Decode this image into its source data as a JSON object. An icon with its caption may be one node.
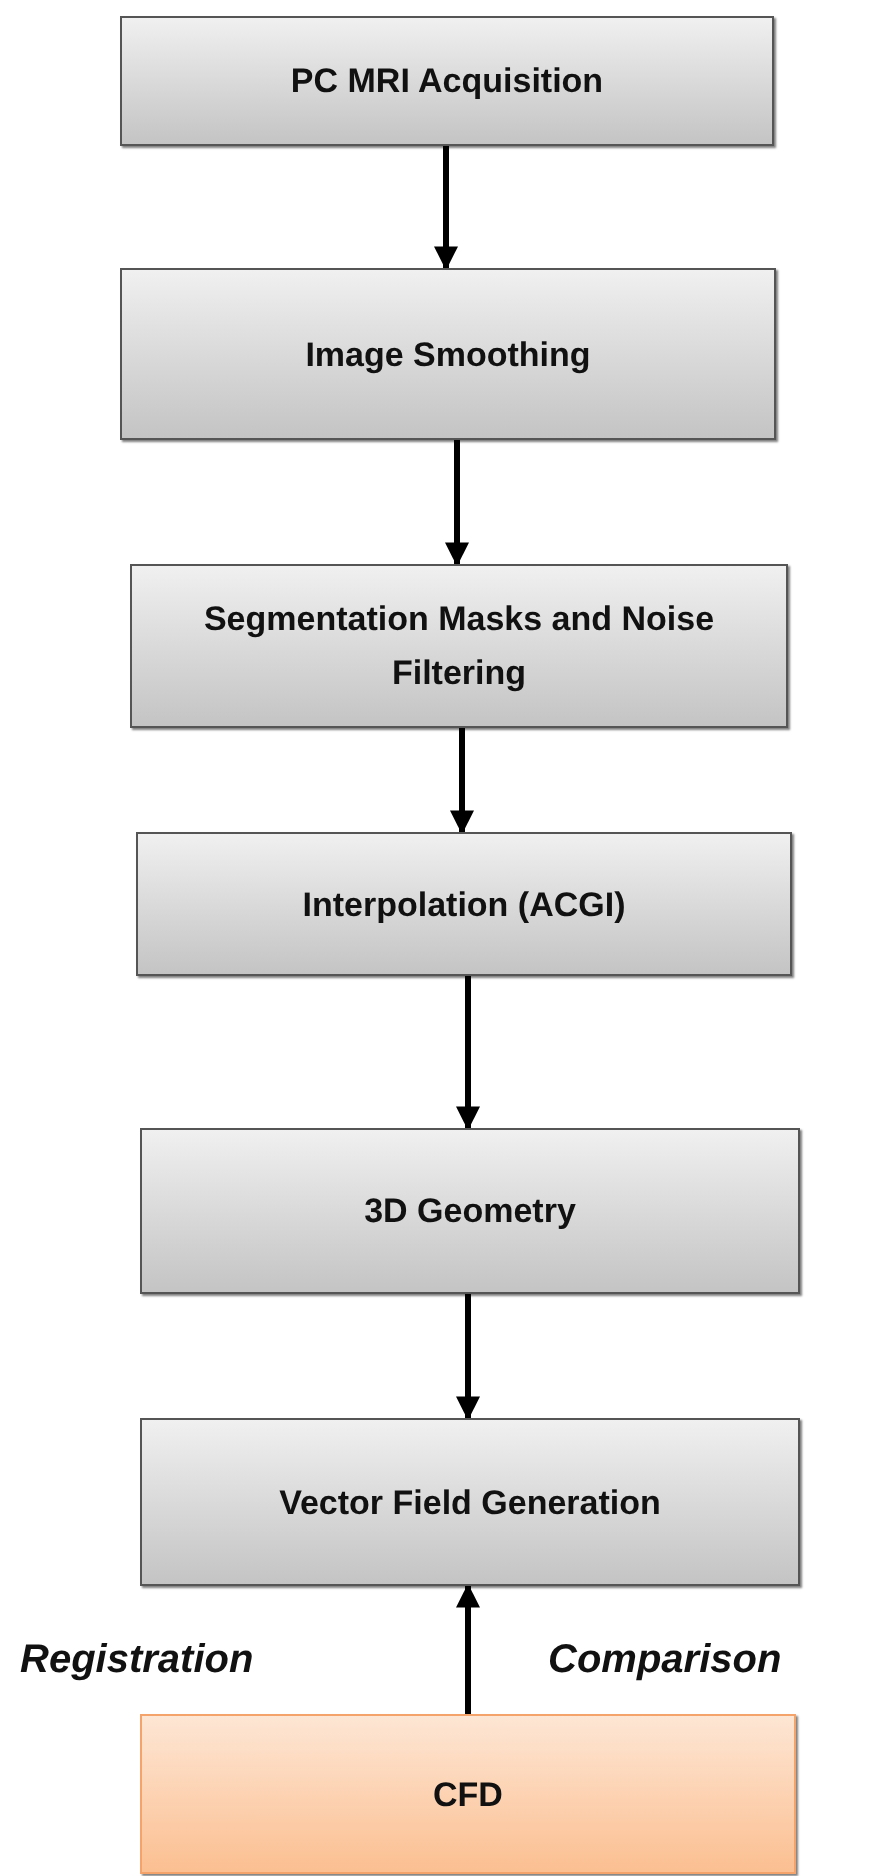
{
  "diagram": {
    "nodes": [
      {
        "text": [
          "PC MRI Acquisition"
        ]
      },
      {
        "text": [
          "Image Smoothing"
        ]
      },
      {
        "text": [
          "Segmentation Masks and Noise Filtering"
        ]
      },
      {
        "text": [
          "Interpolation (ACGI)"
        ]
      },
      {
        "text": [
          "3D Geometry"
        ]
      },
      {
        "text": [
          "Vector Field Generation"
        ]
      },
      {
        "text": [
          "CFD"
        ]
      }
    ],
    "edges": [
      {
        "from": 0,
        "to": 1,
        "arrow": "to"
      },
      {
        "from": 1,
        "to": 2,
        "arrow": "to"
      },
      {
        "from": 2,
        "to": 3,
        "arrow": "to"
      },
      {
        "from": 3,
        "to": 4,
        "arrow": "to"
      },
      {
        "from": 4,
        "to": 5,
        "arrow": "to"
      },
      {
        "from": 6,
        "to": 5,
        "arrow": "to"
      }
    ],
    "labels": [
      "Registration",
      "Comparison"
    ]
  }
}
